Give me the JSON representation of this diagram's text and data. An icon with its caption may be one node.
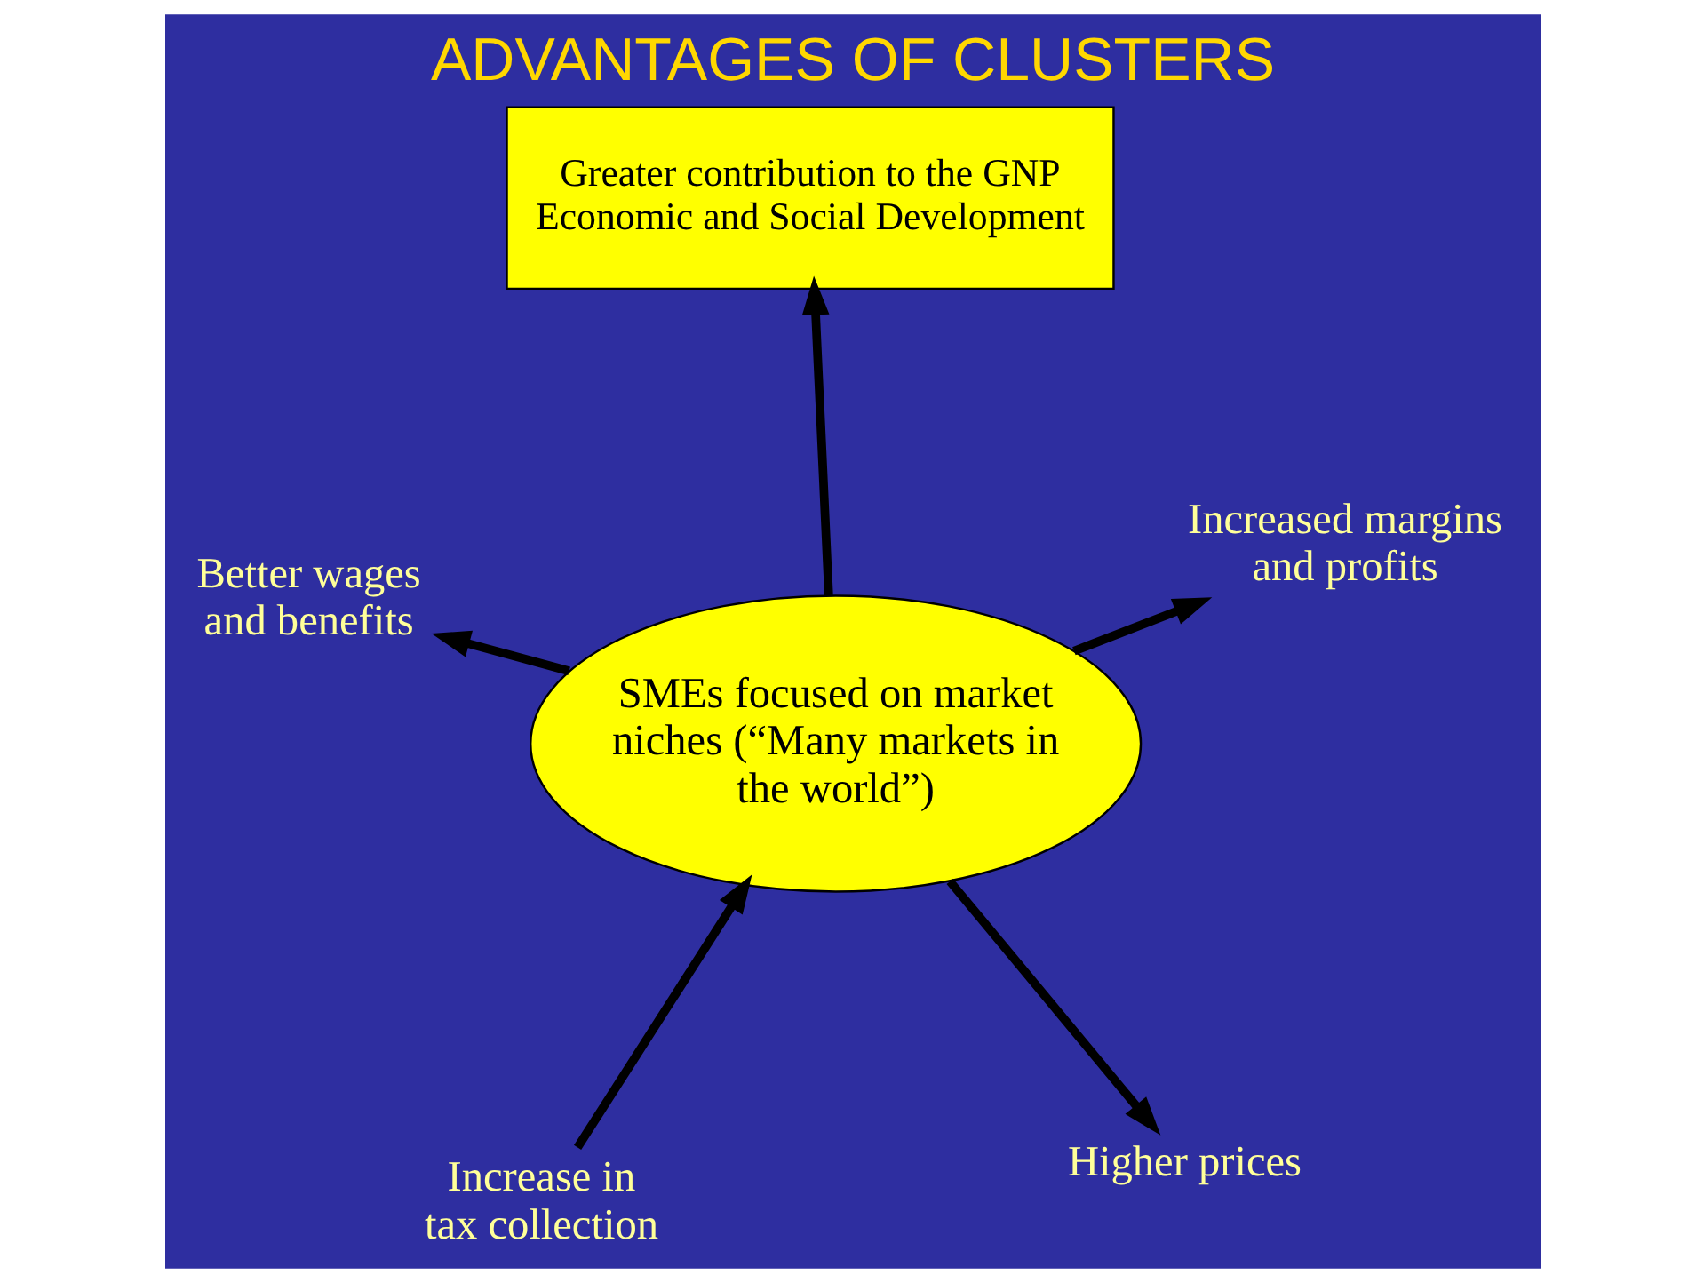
{
  "diagram": {
    "title": "ADVANTAGES OF CLUSTERS",
    "nodes": [
      {
        "text": [
          "SMEs focused on market niches (“Many markets in the world”)"
        ]
      },
      {
        "text": [
          "Higher prices"
        ]
      },
      {
        "text": [
          "Increase in tax collection"
        ]
      },
      {
        "text": [
          "Better wages and benefits"
        ]
      },
      {
        "text": [
          "Increased margins and profits"
        ]
      },
      {
        "text": [
          "Greater contribution to the GNP",
          "Economic and Social Development"
        ]
      }
    ],
    "edges": [
      {
        "from": 0,
        "to": 1,
        "arrow": "to"
      },
      {
        "from": 2,
        "to": 0,
        "arrow": "to"
      },
      {
        "from": 0,
        "to": 3,
        "arrow": "to"
      },
      {
        "from": 0,
        "to": 4,
        "arrow": "to"
      },
      {
        "from": 0,
        "to": 5,
        "arrow": "to"
      }
    ]
  }
}
